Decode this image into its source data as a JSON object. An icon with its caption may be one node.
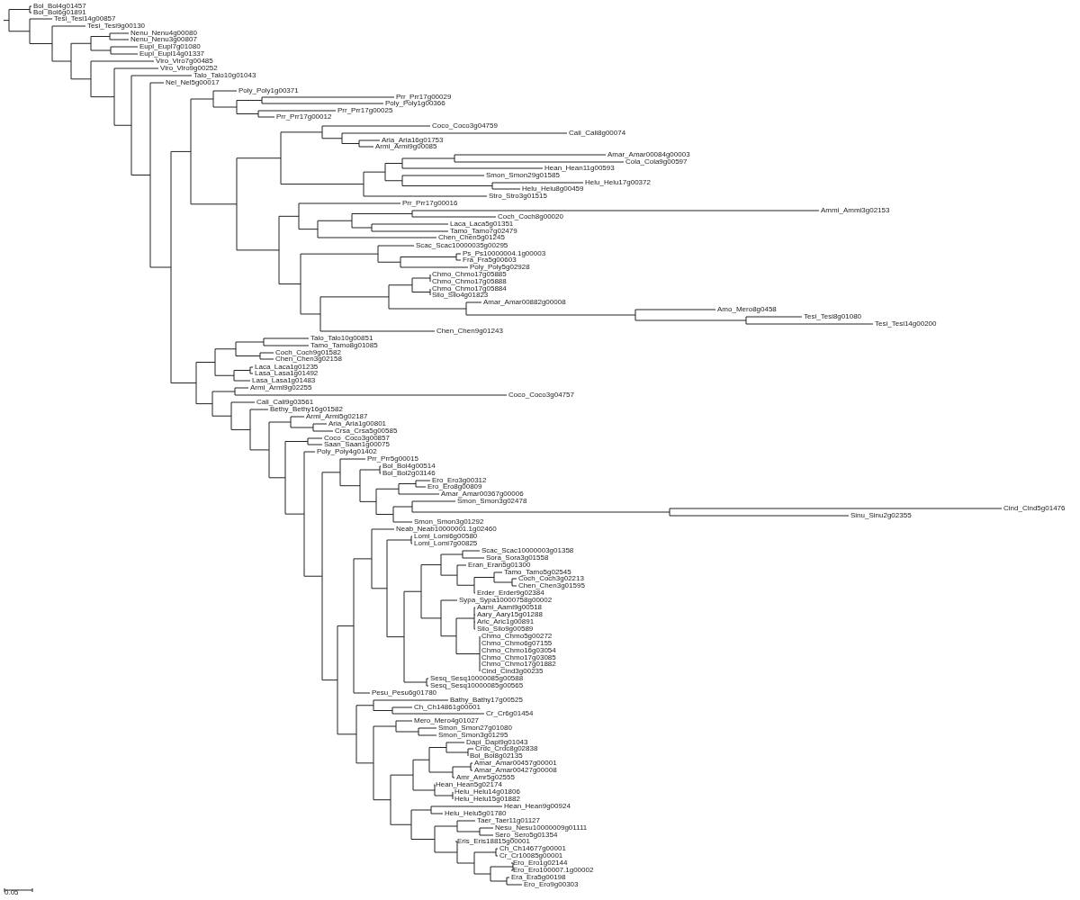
{
  "diagram": {
    "labels": [
      "Bol_Bol4g01457",
      "Bol_Bol6g01891",
      "Tesi_Tesi14g00857",
      "Tesi_Tesi9g00130",
      "Nenu_Nenu4g00080",
      "Nenu_Nenu3g00807",
      "Eupl_Eupl7g01080",
      "Eupl_Eupl14g01337",
      "Viro_Viro7g00485",
      "Viro_Viro9g00252",
      "Talo_Talo10g01043",
      "Nel_Nel5g00017",
      "Poly_Poly1g00371",
      "Prr_Prr17g00029",
      "Poly_Poly1g00366",
      "Prr_Prr17g00025",
      "Prr_Prr17g00012",
      "Coco_Coco3g04759",
      "Cali_Cali8g00074",
      "Aria_Aria16g01753",
      "Armi_Armi9g00085",
      "Amar_Amar00084g00003",
      "Cola_Cola9g00597",
      "Hean_Hean11g00593",
      "Smon_Smon29g01585",
      "Helu_Helu17g00372",
      "Helu_Helu8g00459",
      "Stro_Stro3g01515",
      "Prr_Prr17g00016",
      "Ammi_Ammi3g02153",
      "Coch_Coch8g00020",
      "Laca_Laca5g01351",
      "Tamo_Tamo7g02479",
      "Chen_Chen5g01245",
      "Scac_Scac10000035g00295",
      "Ps_Ps10000004.1g00003",
      "Fra_Fra5g00603",
      "Poly_Poly5g02928",
      "Chmo_Chmo17g05885",
      "Chmo_Chmo17g05888",
      "Chmo_Chmo17g05884",
      "Silo_Silo4g01823",
      "Amar_Amar00882g00008",
      "Amo_Mero8g0458",
      "Tesi_Tesi8g01080",
      "Tesi_Tesi14g00200",
      "Chen_Chen9g01243",
      "Talo_Talo10g00851",
      "Tamo_Tamo8g01085",
      "Coch_Coch9g01582",
      "Chen_Chen3g02158",
      "Laca_Laca1g01235",
      "Lasa_Lasa1g01492",
      "Lasa_Lasa1g01483",
      "Armi_Armi9g02255",
      "Coco_Coco3g04757",
      "Cali_Cali9g03561",
      "Bethy_Bethy16g01582",
      "Armi_Armi5g02187",
      "Aria_Aria1g00801",
      "Crsa_Crsa5g00585",
      "Coco_Coco3g00857",
      "Saan_Saan1g00075",
      "Poly_Poly4g01402",
      "Prr_Prr5g00015",
      "Bol_Bol4g00514",
      "Bol_Bol2g03146",
      "Ero_Ero3g00312",
      "Ero_Ero8g00809",
      "Amar_Amar00367g00006",
      "Smon_Smon3g02478",
      "Cind_Cind5g01476",
      "Sinu_Sinu2g02355",
      "Smon_Smon3g01292",
      "Neab_Neab10000001.1g02460",
      "Lomi_Lomi6g00580",
      "Lomi_Lomi7g00825",
      "Scac_Scac10000003g01358",
      "Sora_Sora3g01558",
      "Eran_Eran5g01300",
      "Tamo_Tamo5g02545",
      "Coch_Coch3g02213",
      "Chen_Chen3g01595",
      "Erder_Erder9g02384",
      "Sypa_Sypa10000758g00002",
      "Aami_Aami9g00518",
      "Aary_Aary15g01288",
      "Aric_Aric1g00891",
      "Silo_Silo9g00589",
      "Chmo_Chmo5g00272",
      "Chmo_Chmo6g07155",
      "Chmo_Chmo16g03054",
      "Chmo_Chmo17g03085",
      "Chmo_Chmo17g01882",
      "Cind_Cind3g00235",
      "Sesq_Sesq10000085g00588",
      "Sesq_Sesq10000085g00565",
      "Pesu_Pesu6g01780",
      "Bathy_Bathy17g00525",
      "Ch_Ch14861g00001",
      "Cr_Cr6g01454",
      "Mero_Mero4g01027",
      "Smon_Smon27g01080",
      "Smon_Smon3g01295",
      "Dapi_Dapi9g01043",
      "Crdc_Crdc8g02838",
      "Bol_Bol8g02135",
      "Amar_Amar00457g00001",
      "Amar_Amar00427g00008",
      "Amr_Amr5g02555",
      "Hean_Hean5g02174",
      "Helu_Helu14g01806",
      "Helu_Helu15g01882",
      "Hean_Hean9g00924",
      "Helu_Helu5g01780",
      "Taer_Taer11g01127",
      "Nesu_Nesu10000009g01111",
      "Sero_Sero5g01354",
      "Eris_Eris18815g00001",
      "Ch_Ch14677g00001",
      "Cr_Cr10085g00001",
      "Ero_Ero1g02144",
      "Ero_Ero100007.1g00002",
      "Era_Era5g00198",
      "Ero_Ero9g00303",
      "0.05"
    ]
  }
}
